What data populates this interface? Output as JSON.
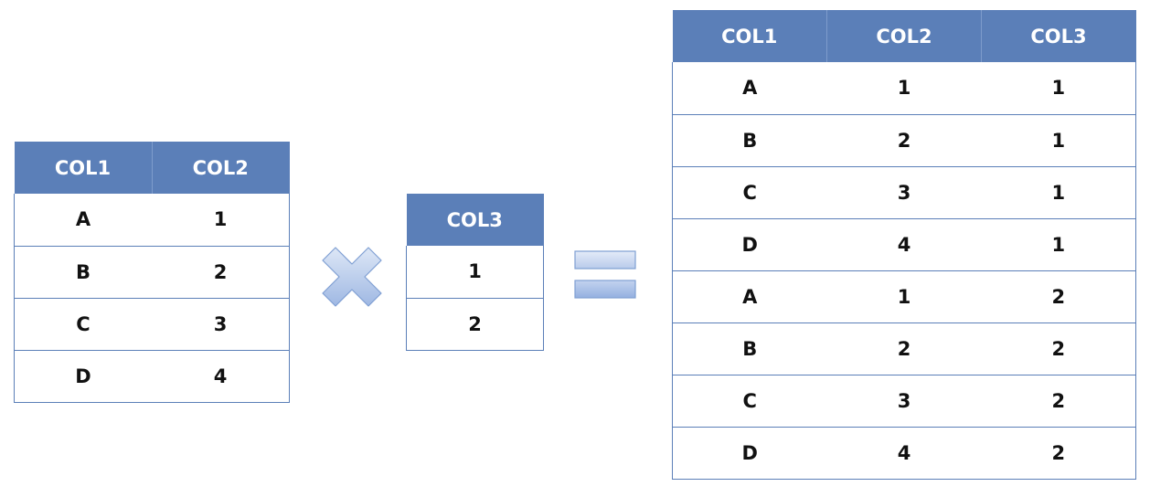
{
  "left_table": {
    "headers": [
      "COL1",
      "COL2"
    ],
    "rows": [
      [
        "A",
        "1"
      ],
      [
        "B",
        "2"
      ],
      [
        "C",
        "3"
      ],
      [
        "D",
        "4"
      ]
    ]
  },
  "middle_table": {
    "headers": [
      "COL3"
    ],
    "rows": [
      [
        "1"
      ],
      [
        "2"
      ]
    ]
  },
  "right_table": {
    "headers": [
      "COL1",
      "COL2",
      "COL3"
    ],
    "rows": [
      [
        "A",
        "1",
        "1"
      ],
      [
        "B",
        "2",
        "1"
      ],
      [
        "C",
        "3",
        "1"
      ],
      [
        "D",
        "4",
        "1"
      ],
      [
        "A",
        "1",
        "2"
      ],
      [
        "B",
        "2",
        "2"
      ],
      [
        "C",
        "3",
        "2"
      ],
      [
        "D",
        "4",
        "2"
      ]
    ]
  },
  "symbols": {
    "operator": "times-icon",
    "result": "equals-icon"
  },
  "colors": {
    "header_fill": "#5b7fb8",
    "header_text": "#ffffff",
    "border": "#5b7fb8",
    "symbol_fill_light": "#dde7f6",
    "symbol_fill_dark": "#9fb8e3",
    "symbol_stroke": "#7f9fd3"
  }
}
